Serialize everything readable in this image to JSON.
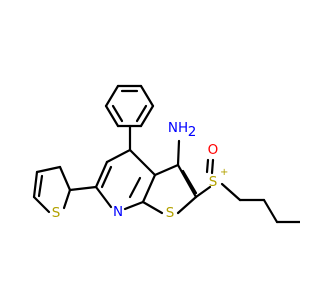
{
  "molecule": {
    "atoms": [
      {
        "id": "nh2",
        "label": "NH",
        "sub": "2",
        "color": "#0000ff"
      },
      {
        "id": "o",
        "label": "O",
        "color": "#ff0000"
      },
      {
        "id": "s_sulfinyl",
        "label": "S",
        "color": "#b2a100"
      },
      {
        "id": "s_thieno",
        "label": "S",
        "color": "#b2a100"
      },
      {
        "id": "n_pyridine",
        "label": "N",
        "color": "#0000ff"
      },
      {
        "id": "s_dihydrothiophene",
        "label": "S",
        "color": "#b2a100"
      }
    ],
    "colors": {
      "bond": "#000000",
      "nitrogen": "#0000ff",
      "oxygen": "#ff0000",
      "sulfur": "#b2a100"
    }
  }
}
